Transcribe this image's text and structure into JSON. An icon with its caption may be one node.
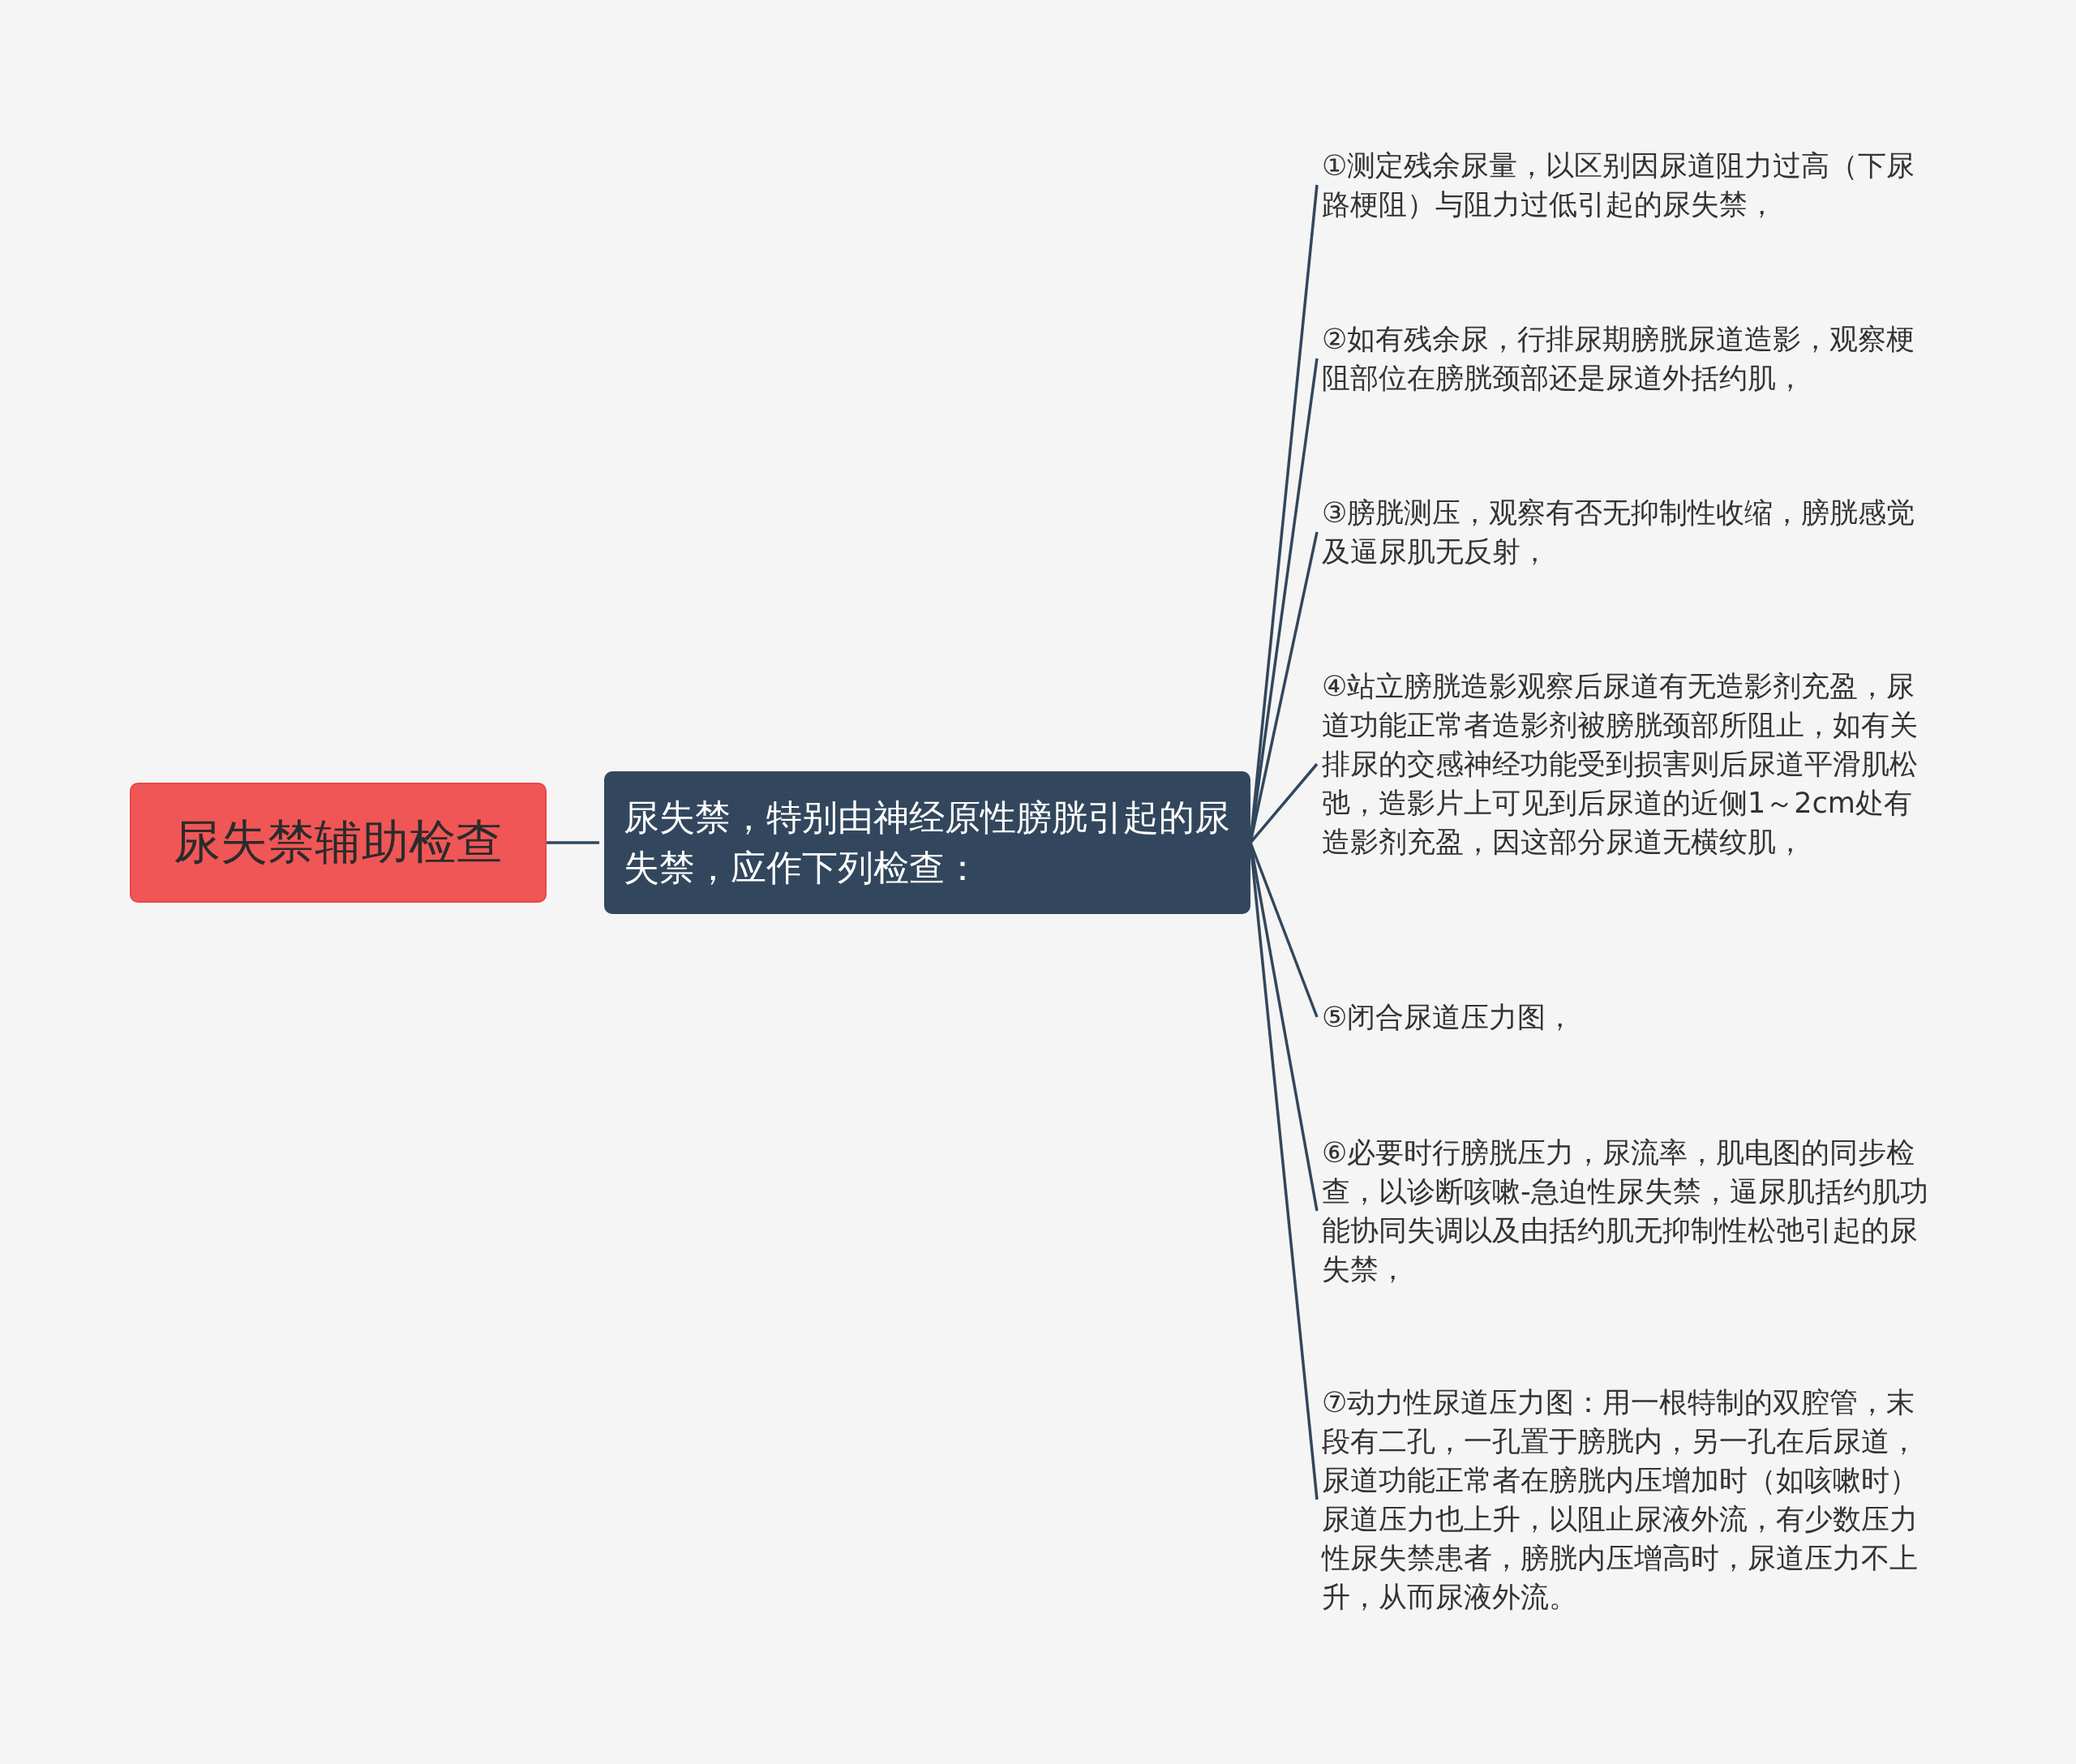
{
  "diagram": {
    "nodes": [
      {
        "text": [
          "尿失禁辅助检查"
        ]
      },
      {
        "text": [
          "尿失禁，特别由神经原性膀胱引起的尿失禁，应作下列检查："
        ]
      },
      {
        "text": [
          "①测定残余尿量，以区别因尿道阻力过高（下尿路梗阻）与阻力过低引起的尿失禁，"
        ]
      },
      {
        "text": [
          "②如有残余尿，行排尿期膀胱尿道造影，观察梗阻部位在膀胱颈部还是尿道外括约肌，"
        ]
      },
      {
        "text": [
          "③膀胱测压，观察有否无抑制性收缩，膀胱感觉及逼尿肌无反射，"
        ]
      },
      {
        "text": [
          "④站立膀胱造影观察后尿道有无造影剂充盈，尿道功能正常者造影剂被膀胱颈部所阻止，如有关排尿的交感神经功能受到损害则后尿道平滑肌松弛，造影片上可见到后尿道的近侧1～2cm处有造影剂充盈，因这部分尿道无横纹肌，"
        ]
      },
      {
        "text": [
          "⑤闭合尿道压力图，"
        ]
      },
      {
        "text": [
          "⑥必要时行膀胱压力，尿流率，肌电图的同步检查，以诊断咳嗽-急迫性尿失禁，逼尿肌括约肌功能协同失调以及由括约肌无抑制性松弛引起的尿失禁，"
        ]
      },
      {
        "text": [
          "⑦动力性尿道压力图：用一根特制的双腔管，末段有二孔，一孔置于膀胱内，另一孔在后尿道，尿道功能正常者在膀胱内压增加时（如咳嗽时）尿道压力也上升，以阻止尿液外流，有少数压力性尿失禁患者，膀胱内压增高时，尿道压力不上升，从而尿液外流。"
        ]
      }
    ],
    "edges": [
      {
        "from": 0,
        "to": 1,
        "arrow": "none"
      },
      {
        "from": 1,
        "to": 2,
        "arrow": "none"
      },
      {
        "from": 1,
        "to": 3,
        "arrow": "none"
      },
      {
        "from": 1,
        "to": 4,
        "arrow": "none"
      },
      {
        "from": 1,
        "to": 5,
        "arrow": "none"
      },
      {
        "from": 1,
        "to": 6,
        "arrow": "none"
      },
      {
        "from": 1,
        "to": 7,
        "arrow": "none"
      },
      {
        "from": 1,
        "to": 8,
        "arrow": "none"
      }
    ]
  }
}
